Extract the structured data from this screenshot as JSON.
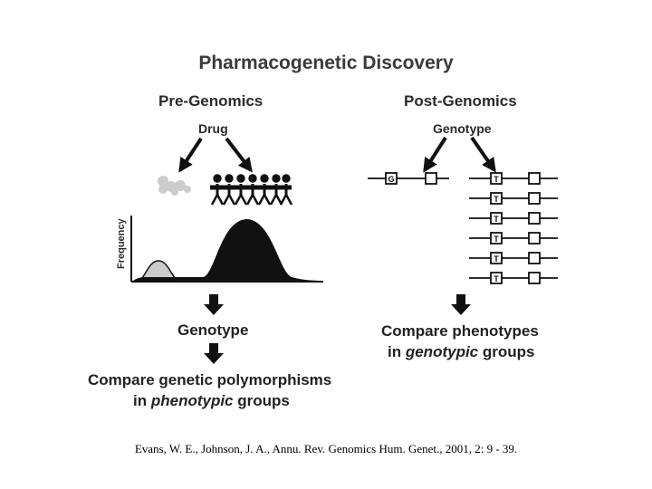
{
  "title": "Pharmacogenetic Discovery",
  "pre": {
    "heading": "Pre-Genomics",
    "drug_label": "Drug",
    "axis_label": "Frequency",
    "step1": "Genotype",
    "step2_line1": "Compare genetic polymorphisms",
    "step2_line2_pre": "in ",
    "step2_line2_em": "phenotypic",
    "step2_line2_post": " groups"
  },
  "post": {
    "heading": "Post-Genomics",
    "genotype_label": "Genotype",
    "allele_g": "G",
    "allele_t": "T",
    "step_line1": "Compare phenotypes",
    "step_line2_pre": "in ",
    "step_line2_em": "genotypic",
    "step_line2_post": " groups"
  },
  "citation": "Evans, W. E., Johnson, J. A., Annu. Rev. Genomics Hum. Genet., 2001, 2: 9 - 39.",
  "colors": {
    "ink": "#111111",
    "light_gray": "#cccccc",
    "text": "#2a2a2a"
  }
}
